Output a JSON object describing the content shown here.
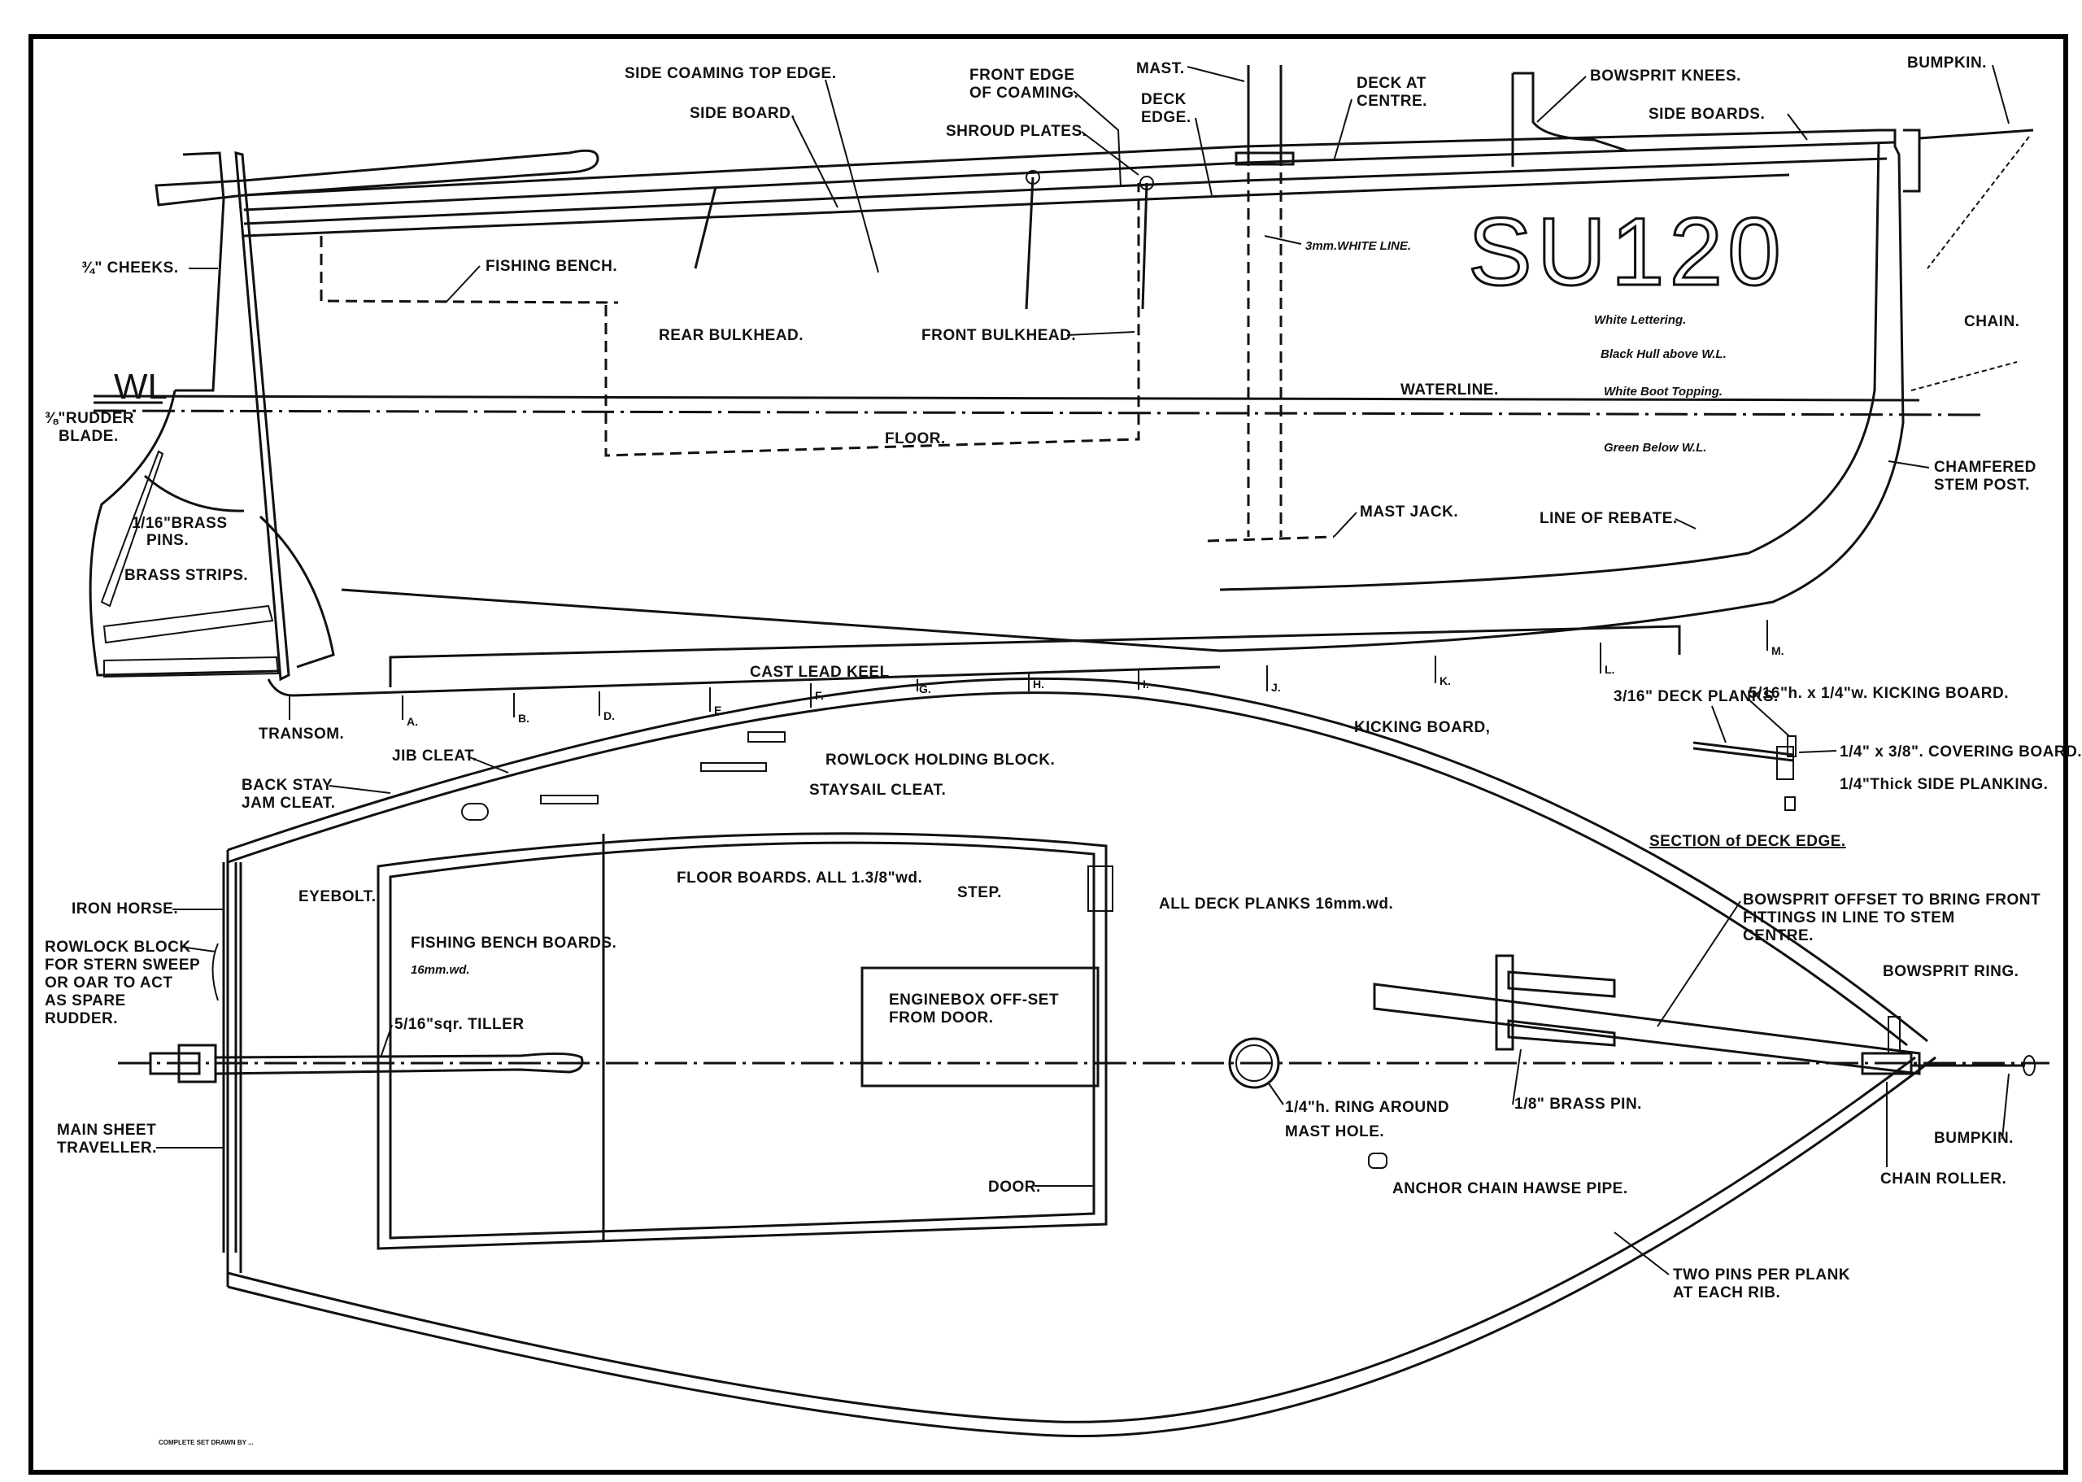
{
  "drawing": {
    "title": "SU120 sailing boat plan — side elevation and deck plan",
    "hull_number": "SU120",
    "waterline_mark": "WL",
    "footer": "COMPLETE SET DRAWN BY ..."
  },
  "side_view": {
    "labels": {
      "side_coaming_top_edge": "SIDE COAMING TOP EDGE.",
      "side_board": "SIDE BOARD.",
      "front_edge_of_coaming_1": "FRONT EDGE",
      "front_edge_of_coaming_2": "OF COAMING.",
      "shroud_plates": "SHROUD PLATES.",
      "mast": "MAST.",
      "deck_edge_1": "DECK",
      "deck_edge_2": "EDGE.",
      "deck_at_centre_1": "DECK AT",
      "deck_at_centre_2": "CENTRE.",
      "bowsprit_knees": "BOWSPRIT KNEES.",
      "side_boards": "SIDE BOARDS.",
      "bumpkin": "BUMPKIN.",
      "cheeks": "¾\" CHEEKS.",
      "fishing_bench": "FISHING BENCH.",
      "white_line": "3mm.WHITE LINE.",
      "rear_bulkhead": "REAR BULKHEAD.",
      "front_bulkhead": "FRONT BULKHEAD.",
      "chain": "CHAIN.",
      "waterline": "WATERLINE.",
      "floor": "FLOOR.",
      "rudder_blade_1": "⅜\"RUDDER",
      "rudder_blade_2": "BLADE.",
      "brass_pins_1": "1/16\"BRASS",
      "brass_pins_2": "PINS.",
      "brass_strips": "BRASS STRIPS.",
      "mast_jack": "MAST JACK.",
      "line_of_rebate": "LINE OF REBATE.",
      "chamfered_stem_post_1": "CHAMFERED",
      "chamfered_stem_post_2": "STEM POST.",
      "cast_lead_keel": "CAST LEAD KEEL",
      "transom": "TRANSOM."
    },
    "paint_notes": {
      "white_lettering": "White Lettering.",
      "black_hull": "Black Hull above W.L.",
      "boot_topping": "White Boot Topping.",
      "green_below": "Green Below W.L."
    },
    "stations": [
      "A.",
      "B.",
      "D.",
      "E.",
      "F.",
      "G.",
      "H.",
      "I.",
      "J.",
      "K.",
      "L.",
      "M."
    ]
  },
  "section": {
    "title": "SECTION of DECK EDGE.",
    "labels": {
      "deck_planks": "3/16\" DECK PLANKS.",
      "kicking_board": "5/16\"h. x 1/4\"w. KICKING BOARD.",
      "covering_board": "1/4\" x 3/8\". COVERING BOARD.",
      "side_planking": "1/4\"Thick SIDE PLANKING."
    }
  },
  "deck_plan": {
    "labels": {
      "kicking_board": "KICKING BOARD,",
      "jib_cleat": "JIB CLEAT.",
      "rowlock_holding_block": "ROWLOCK HOLDING BLOCK.",
      "staysail_cleat": "STAYSAIL CLEAT.",
      "back_stay_1": "BACK STAY",
      "back_stay_2": "JAM CLEAT.",
      "iron_horse": "IRON HORSE.",
      "eyebolt": "EYEBOLT.",
      "rowlock_block_1": "ROWLOCK BLOCK",
      "rowlock_block_2": "FOR STERN SWEEP",
      "rowlock_block_3": "OR OAR TO ACT",
      "rowlock_block_4": "AS SPARE",
      "rowlock_block_5": "RUDDER.",
      "fishing_bench_boards_1": "FISHING BENCH BOARDS.",
      "fishing_bench_boards_2": "16mm.wd.",
      "floor_boards": "FLOOR BOARDS. ALL 1.3/8\"wd.",
      "step": "STEP.",
      "all_deck_planks": "ALL DECK PLANKS 16mm.wd.",
      "tiller": "5/16\"sqr. TILLER",
      "enginebox_1": "ENGINEBOX OFF-SET",
      "enginebox_2": "FROM DOOR.",
      "main_sheet_1": "MAIN SHEET",
      "main_sheet_2": "TRAVELLER.",
      "ring_around_1": "1/4\"h. RING AROUND",
      "ring_around_2": "MAST HOLE.",
      "brass_pin": "1/8\" BRASS PIN.",
      "door": "DOOR.",
      "hawse_pipe": "ANCHOR CHAIN HAWSE PIPE.",
      "bowsprit_offset_1": "BOWSPRIT OFFSET TO BRING FRONT",
      "bowsprit_offset_2": "FITTINGS IN LINE TO STEM",
      "bowsprit_offset_3": "CENTRE.",
      "bowsprit_ring": "BOWSPRIT RING.",
      "bumpkin": "BUMPKIN.",
      "chain_roller": "CHAIN ROLLER.",
      "two_pins_1": "TWO PINS PER PLANK",
      "two_pins_2": "AT EACH RIB."
    }
  }
}
